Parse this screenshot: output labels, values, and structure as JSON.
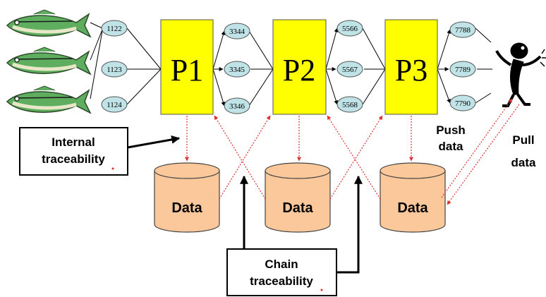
{
  "diagram": {
    "input_lots": [
      "1122",
      "1123",
      "1124"
    ],
    "stages": [
      {
        "process": "P1",
        "output_lots": [
          "3344",
          "3345",
          "3346"
        ],
        "store_label": "Data"
      },
      {
        "process": "P2",
        "output_lots": [
          "5566",
          "5567",
          "5568"
        ],
        "store_label": "Data"
      },
      {
        "process": "P3",
        "output_lots": [
          "7788",
          "7789",
          "7790"
        ],
        "store_label": "Data"
      }
    ],
    "internal_traceability": [
      "Internal",
      "traceability"
    ],
    "chain_traceability": [
      "Chain",
      "traceability"
    ],
    "push_data": [
      "Push",
      "data"
    ],
    "pull_data": [
      "Pull",
      "data"
    ]
  },
  "colors": {
    "process_fill": "#ffff00",
    "lot_fill": "#bfe3e6",
    "store_fill": "#fac89a",
    "data_flow_arrow": "#e03030"
  }
}
